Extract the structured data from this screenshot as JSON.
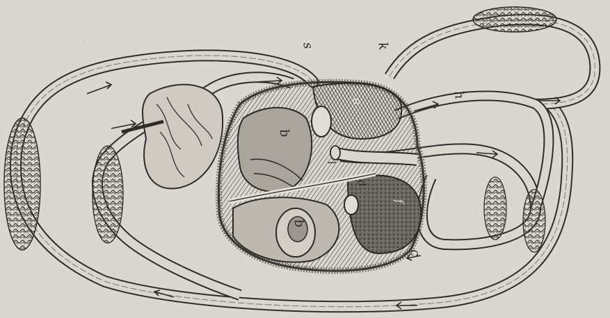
{
  "plate": {
    "paper_color": "#d9d7d0",
    "ink_color": "#2e2c29",
    "labels": {
      "s": "s",
      "k": "k",
      "h": "h",
      "a": "a",
      "b_upper": "b",
      "b_lower": "b",
      "c": "c",
      "d": "d",
      "f": "f",
      "l": "l"
    }
  }
}
